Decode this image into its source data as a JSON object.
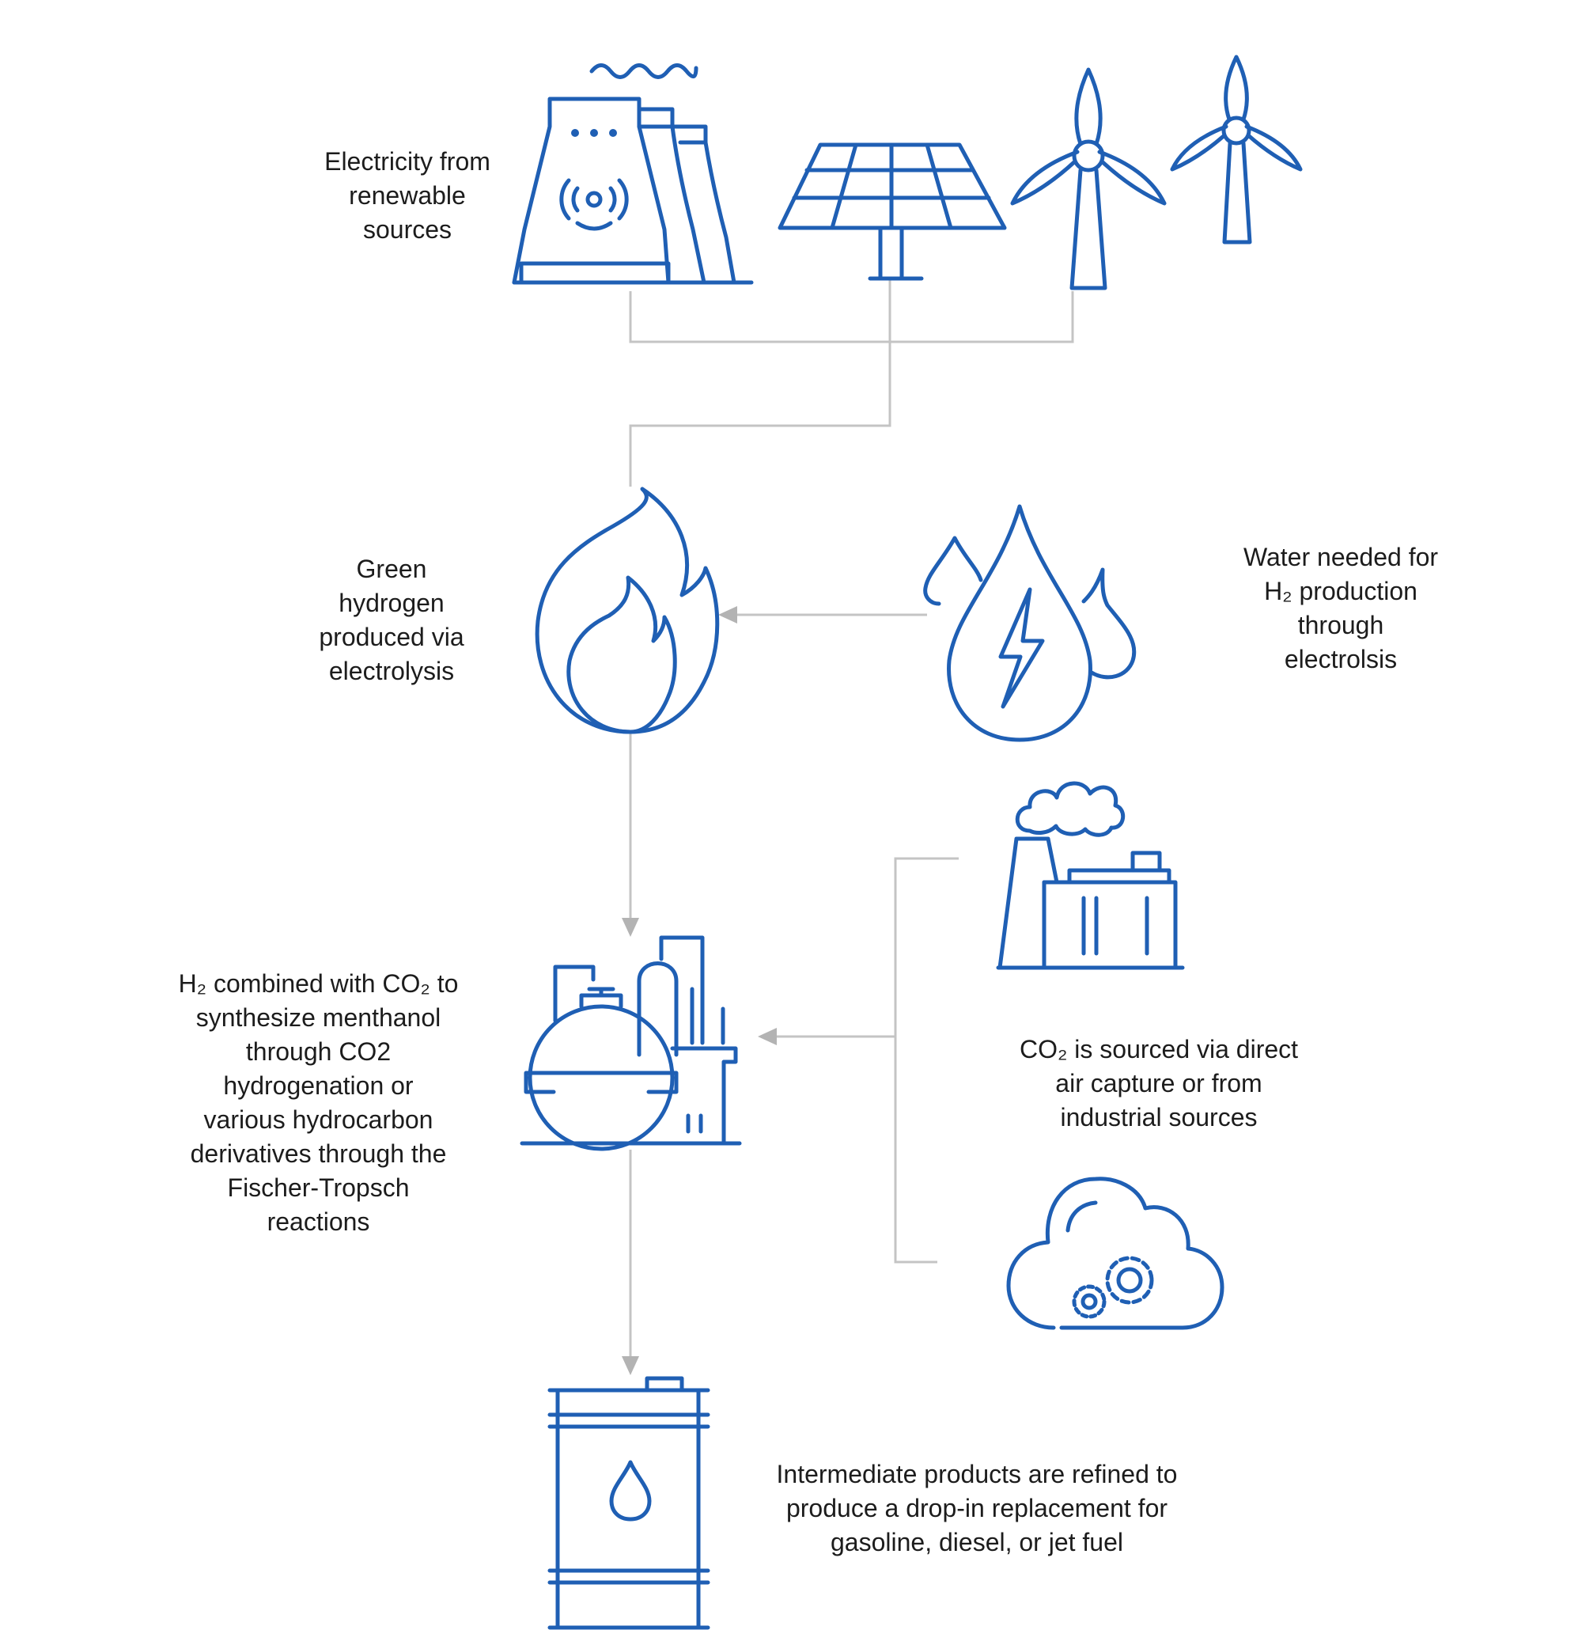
{
  "colors": {
    "icon": "#1f5fb4",
    "connector": "#c4c4c4",
    "text": "#1c1c1c"
  },
  "labels": {
    "renewables": [
      "Electricity from",
      "renewable",
      "sources"
    ],
    "green_hydrogen": [
      "Green",
      "hydrogen",
      "produced via",
      "electrolysis"
    ],
    "water": [
      "Water needed for",
      "H₂ production",
      "through",
      "electrolsis"
    ],
    "synthesis": [
      "H₂ combined with CO₂ to",
      "synthesize menthanol",
      "through CO2",
      "hydrogenation or",
      "various hydrocarbon",
      "derivatives through the",
      "Fischer-Tropsch",
      "reactions"
    ],
    "co2_source": [
      "CO₂ is sourced via direct",
      "air capture or from",
      "industrial sources"
    ],
    "fuel": [
      "Intermediate products are refined to",
      "produce a drop-in replacement for",
      "gasoline, diesel, or jet fuel"
    ]
  },
  "icons": [
    "power-plant-icon",
    "solar-panel-icon",
    "wind-turbine-icon",
    "flame-icon",
    "water-drop-icon",
    "factory-icon",
    "chemical-plant-icon",
    "cloud-gears-icon",
    "fuel-barrel-icon"
  ]
}
